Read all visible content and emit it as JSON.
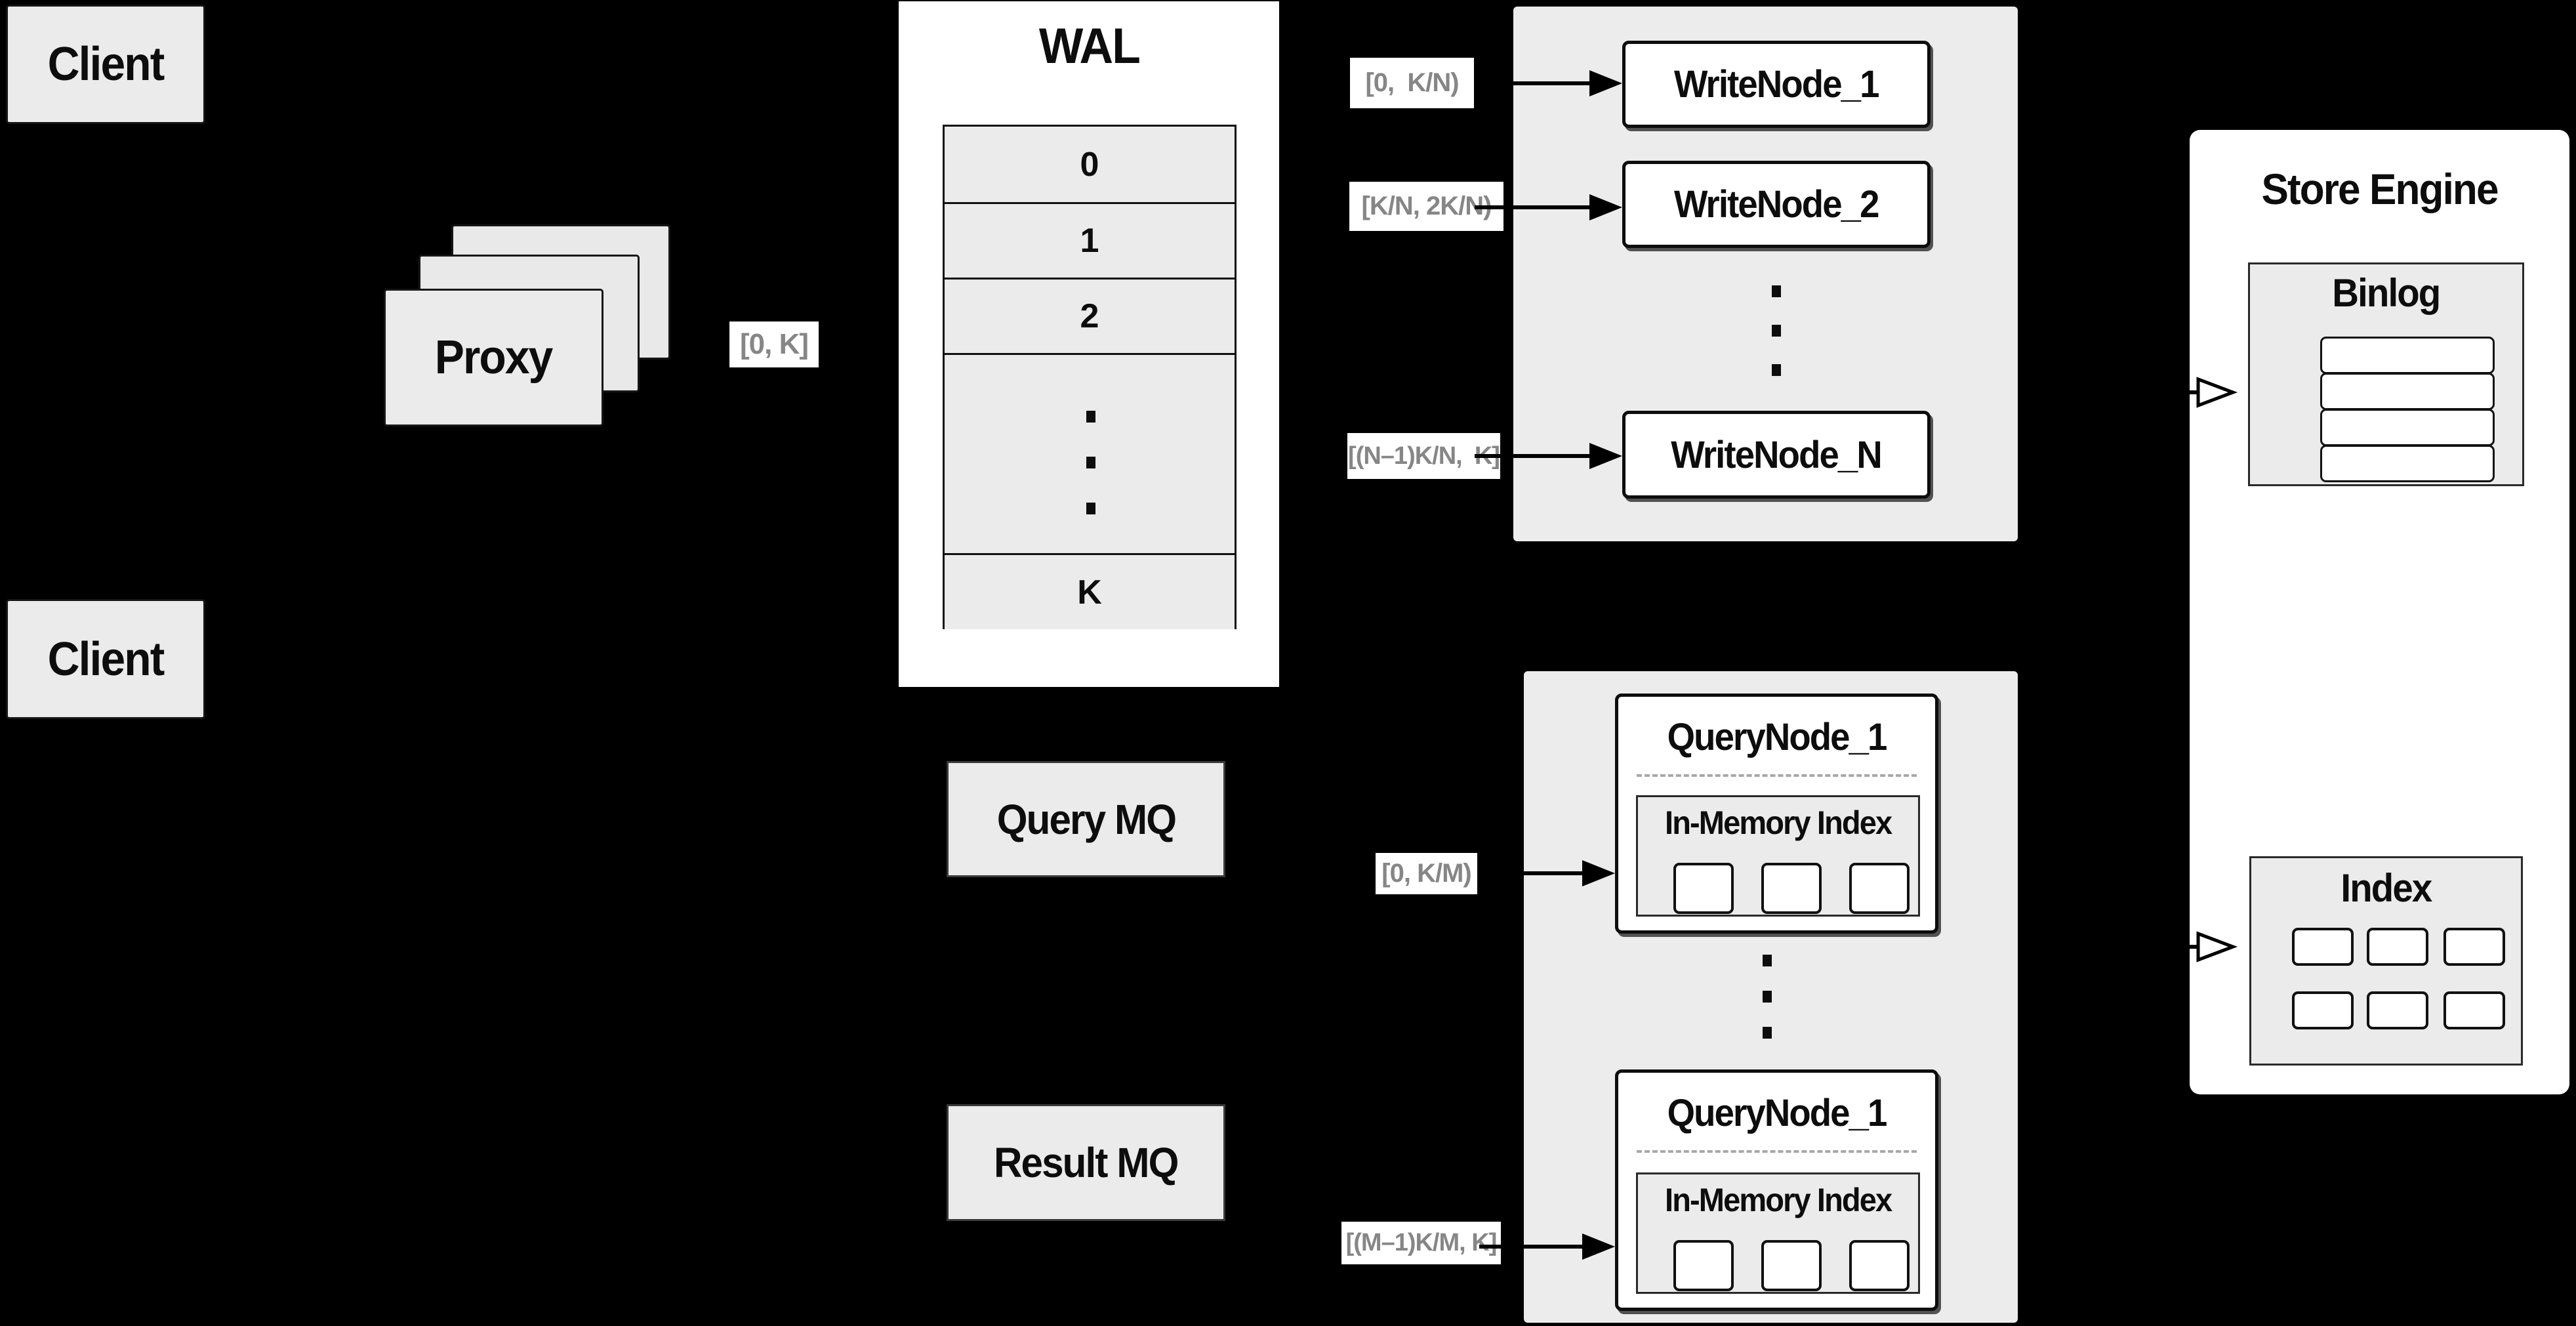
{
  "clients": {
    "top": "Client",
    "bottom": "Client"
  },
  "proxy": {
    "title": "Proxy",
    "range": "[0, K]"
  },
  "wal": {
    "title": "WAL",
    "rows": [
      "0",
      "1",
      "2"
    ],
    "tail": "K"
  },
  "write": {
    "nodes": [
      "WriteNode_1",
      "WriteNode_2",
      "WriteNode_N"
    ],
    "ranges": [
      "[0,  K/N)",
      "[K/N, 2K/N)",
      "[(N–1)K/N,  K]"
    ]
  },
  "store": {
    "title": "Store Engine",
    "binlog": "Binlog",
    "index": "Index"
  },
  "mq": {
    "query": "Query MQ",
    "result": "Result MQ"
  },
  "query": {
    "nodes": [
      {
        "title": "QueryNode_1",
        "memory": "In-Memory Index"
      },
      {
        "title": "QueryNode_1",
        "memory": "In-Memory Index"
      }
    ],
    "ranges": [
      "[0, K/M)",
      "[(M–1)K/M, K]"
    ]
  },
  "colors": {
    "background": "#000000",
    "panel": "#ffffff",
    "box_fill": "#ebebeb",
    "container_fill": "#ececec",
    "border": "#0d0d0d",
    "range_label_text": "#868686"
  }
}
